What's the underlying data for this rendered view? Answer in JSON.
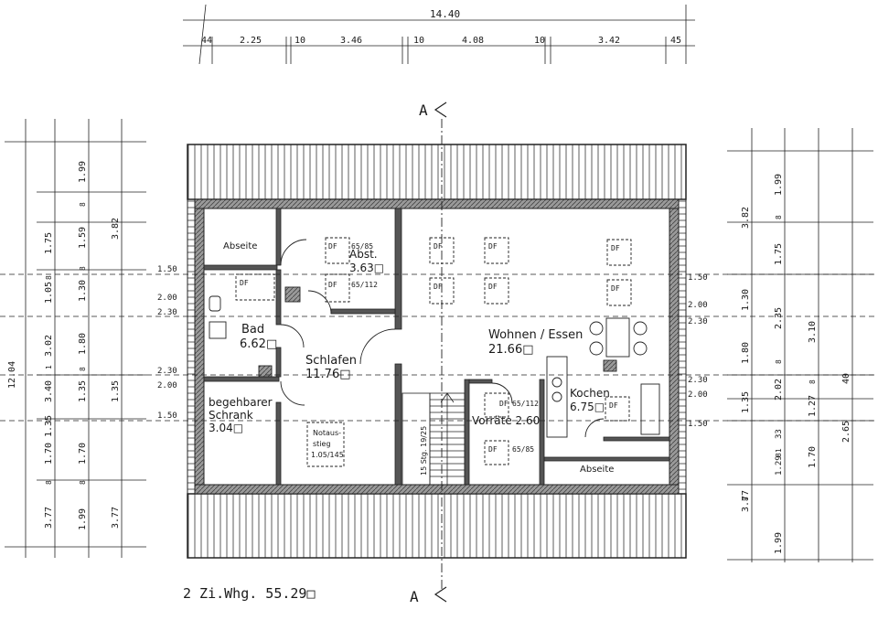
{
  "top_dims": {
    "total": "14.40",
    "segments": [
      "44",
      "2.25",
      "10",
      "3.46",
      "10",
      "4.08",
      "10",
      "3.42",
      "45"
    ]
  },
  "left_dims": {
    "total": "12.04",
    "col_a": [
      "1.75",
      "1.05",
      "3.02",
      "3.40",
      "1.35",
      "1.70",
      "3.77"
    ],
    "col_b": [
      "1.99",
      "8",
      "1.59",
      "8",
      "1.30",
      "1.80",
      "8",
      "1.35",
      "1.70",
      "8",
      "1.99"
    ],
    "col_c": [
      "3.82"
    ],
    "small": [
      "8",
      "1",
      "8"
    ]
  },
  "right_dims": {
    "col_a": [
      "3.82",
      "1.99",
      "8",
      "1.75",
      "1.30",
      "2.35",
      "3.10",
      "1.80",
      "8",
      "2.02",
      "8",
      "1.27",
      "40",
      "1.35",
      "33",
      "1.70",
      "2.65",
      "3.77",
      "1.29",
      "81",
      "8",
      "1.99"
    ]
  },
  "levels_left": [
    "1.50",
    "2.00",
    "2.30",
    "2.30",
    "2.00",
    "1.50"
  ],
  "levels_right": [
    "1.50",
    "2.00",
    "2.30",
    "2.30",
    "2.00",
    "1.50"
  ],
  "section_marker": "A",
  "rooms": {
    "abseite_left": "Abseite",
    "abst_name": "Abst.",
    "abst_area": "3.63□",
    "bad_name": "Bad",
    "bad_area": "6.62□",
    "schlafen_name": "Schlafen",
    "schlafen_area": "11.76□",
    "schrank_name_1": "begehbarer",
    "schrank_name_2": "Schrank",
    "schrank_area": "3.04□",
    "wohnen_name": "Wohnen / Essen",
    "wohnen_area": "21.66□",
    "kochen_name": "Kochen",
    "kochen_area": "6.75□",
    "vorraete_name": "Vorräte 2.60",
    "abseite_right": "Abseite",
    "notausstieg_1": "Notaus-",
    "notausstieg_2": "stieg",
    "notausstieg_3": "1.05/145",
    "stair_label": "15 Stg. 19/25"
  },
  "skylights": {
    "df": "DF",
    "size_1": "65/85",
    "size_2": "65/112"
  },
  "caption": "2 Zi.Whg.  55.29□"
}
